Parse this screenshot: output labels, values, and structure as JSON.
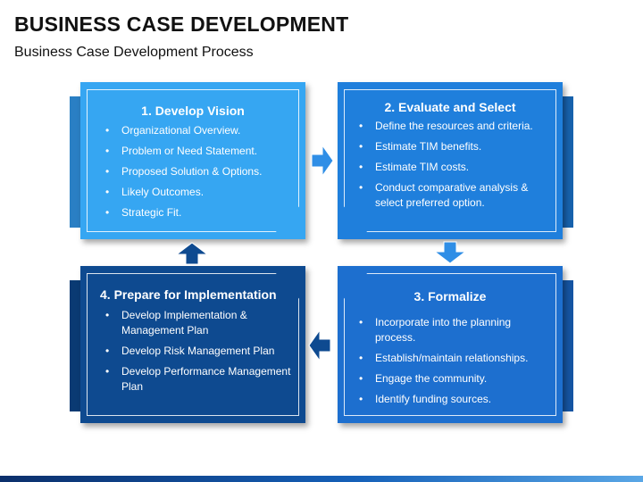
{
  "title": "BUSINESS CASE DEVELOPMENT",
  "subtitle": "Business Case Development Process",
  "colors": {
    "step1": "#36a6f2",
    "step1_tab": "#2a7fc4",
    "step2": "#1f7fdc",
    "step2_tab": "#1762ad",
    "step3": "#1d6fcf",
    "step3_tab": "#1555a3",
    "step4": "#0e4a90",
    "step4_tab": "#0a3a73",
    "arrow": "#2f8ee6",
    "arrow_dark": "#0e4a90",
    "bottom_bar": "#0b2f6b"
  },
  "steps": [
    {
      "title": "1. Develop Vision",
      "items": [
        "Organizational Overview.",
        "Problem or Need Statement.",
        "Proposed Solution & Options.",
        "Likely Outcomes.",
        "Strategic Fit."
      ]
    },
    {
      "title": "2. Evaluate and Select",
      "items": [
        "Define the resources and criteria.",
        "Estimate TIM benefits.",
        "Estimate TIM costs.",
        "Conduct comparative analysis & select preferred option."
      ]
    },
    {
      "title": "3. Formalize",
      "items": [
        "Incorporate into the planning process.",
        "Establish/maintain relationships.",
        "Engage the community.",
        "Identify funding sources."
      ]
    },
    {
      "title": "4. Prepare for Implementation",
      "items": [
        "Develop Implementation & Management Plan",
        "Develop Risk Management Plan",
        "Develop Performance Management Plan"
      ]
    }
  ],
  "arrows": [
    {
      "name": "arrow-right-icon"
    },
    {
      "name": "arrow-down-icon"
    },
    {
      "name": "arrow-left-icon"
    },
    {
      "name": "arrow-up-icon"
    }
  ]
}
